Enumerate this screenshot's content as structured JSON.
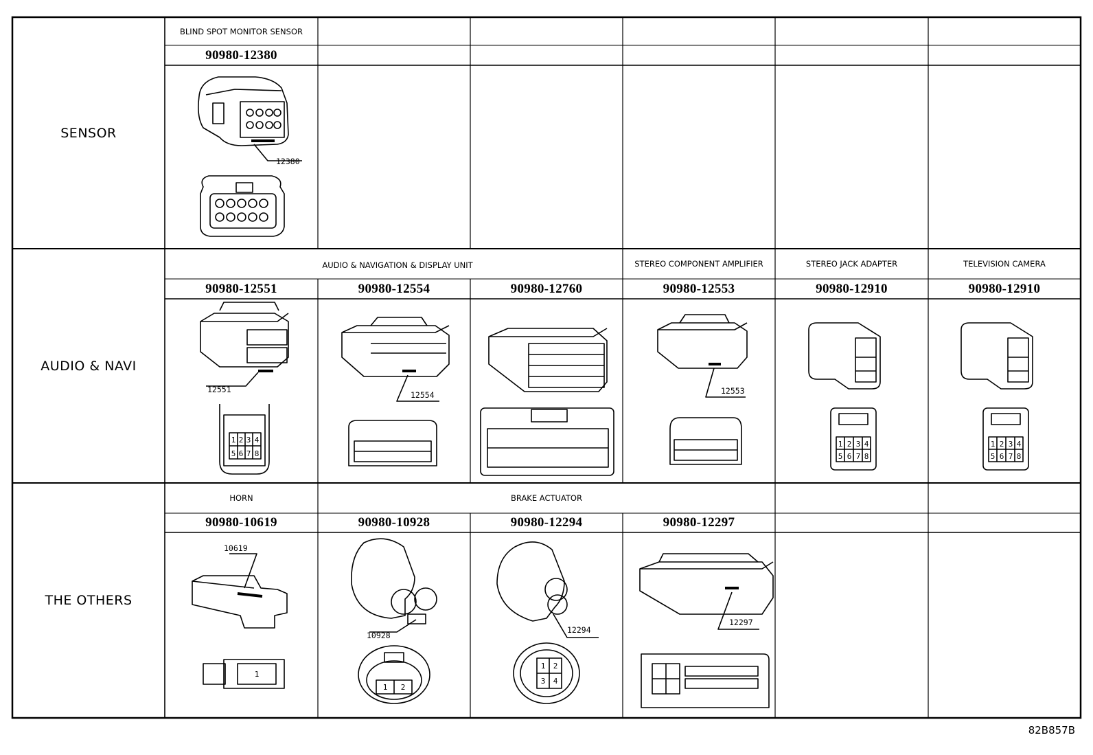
{
  "sections": {
    "sensor": "SENSOR",
    "audio": "AUDIO & NAVI",
    "others": "THE OTHERS"
  },
  "sensor_row": {
    "names": [
      "BLIND SPOT MONITOR SENSOR"
    ],
    "parts": [
      "90980-12380"
    ],
    "callouts": [
      "12380"
    ]
  },
  "audio_row": {
    "names": [
      "AUDIO & NAVIGATION & DISPLAY UNIT",
      "STEREO COMPONENT AMPLIFIER",
      "STEREO JACK ADAPTER",
      "TELEVISION CAMERA"
    ],
    "parts": [
      "90980-12551",
      "90980-12554",
      "90980-12760",
      "90980-12553",
      "90980-12910",
      "90980-12910"
    ],
    "callouts": [
      "12551",
      "12554",
      "12553"
    ]
  },
  "others_row": {
    "names": [
      "HORN",
      "BRAKE ACTUATOR"
    ],
    "parts": [
      "90980-10619",
      "90980-10928",
      "90980-12294",
      "90980-12297"
    ],
    "callouts": [
      "10619",
      "10928",
      "12294",
      "12297"
    ]
  },
  "pin_labels": {
    "c12551": [
      "1",
      "2",
      "3",
      "4",
      "5",
      "6",
      "7",
      "8"
    ],
    "c12910": [
      "1",
      "2",
      "3",
      "4",
      "5",
      "6",
      "7",
      "8"
    ],
    "c10619": [
      "1"
    ],
    "c10928": [
      "1",
      "2"
    ],
    "c12294": [
      "1",
      "2",
      "3",
      "4"
    ]
  },
  "footer": {
    "code": "82B857B"
  }
}
